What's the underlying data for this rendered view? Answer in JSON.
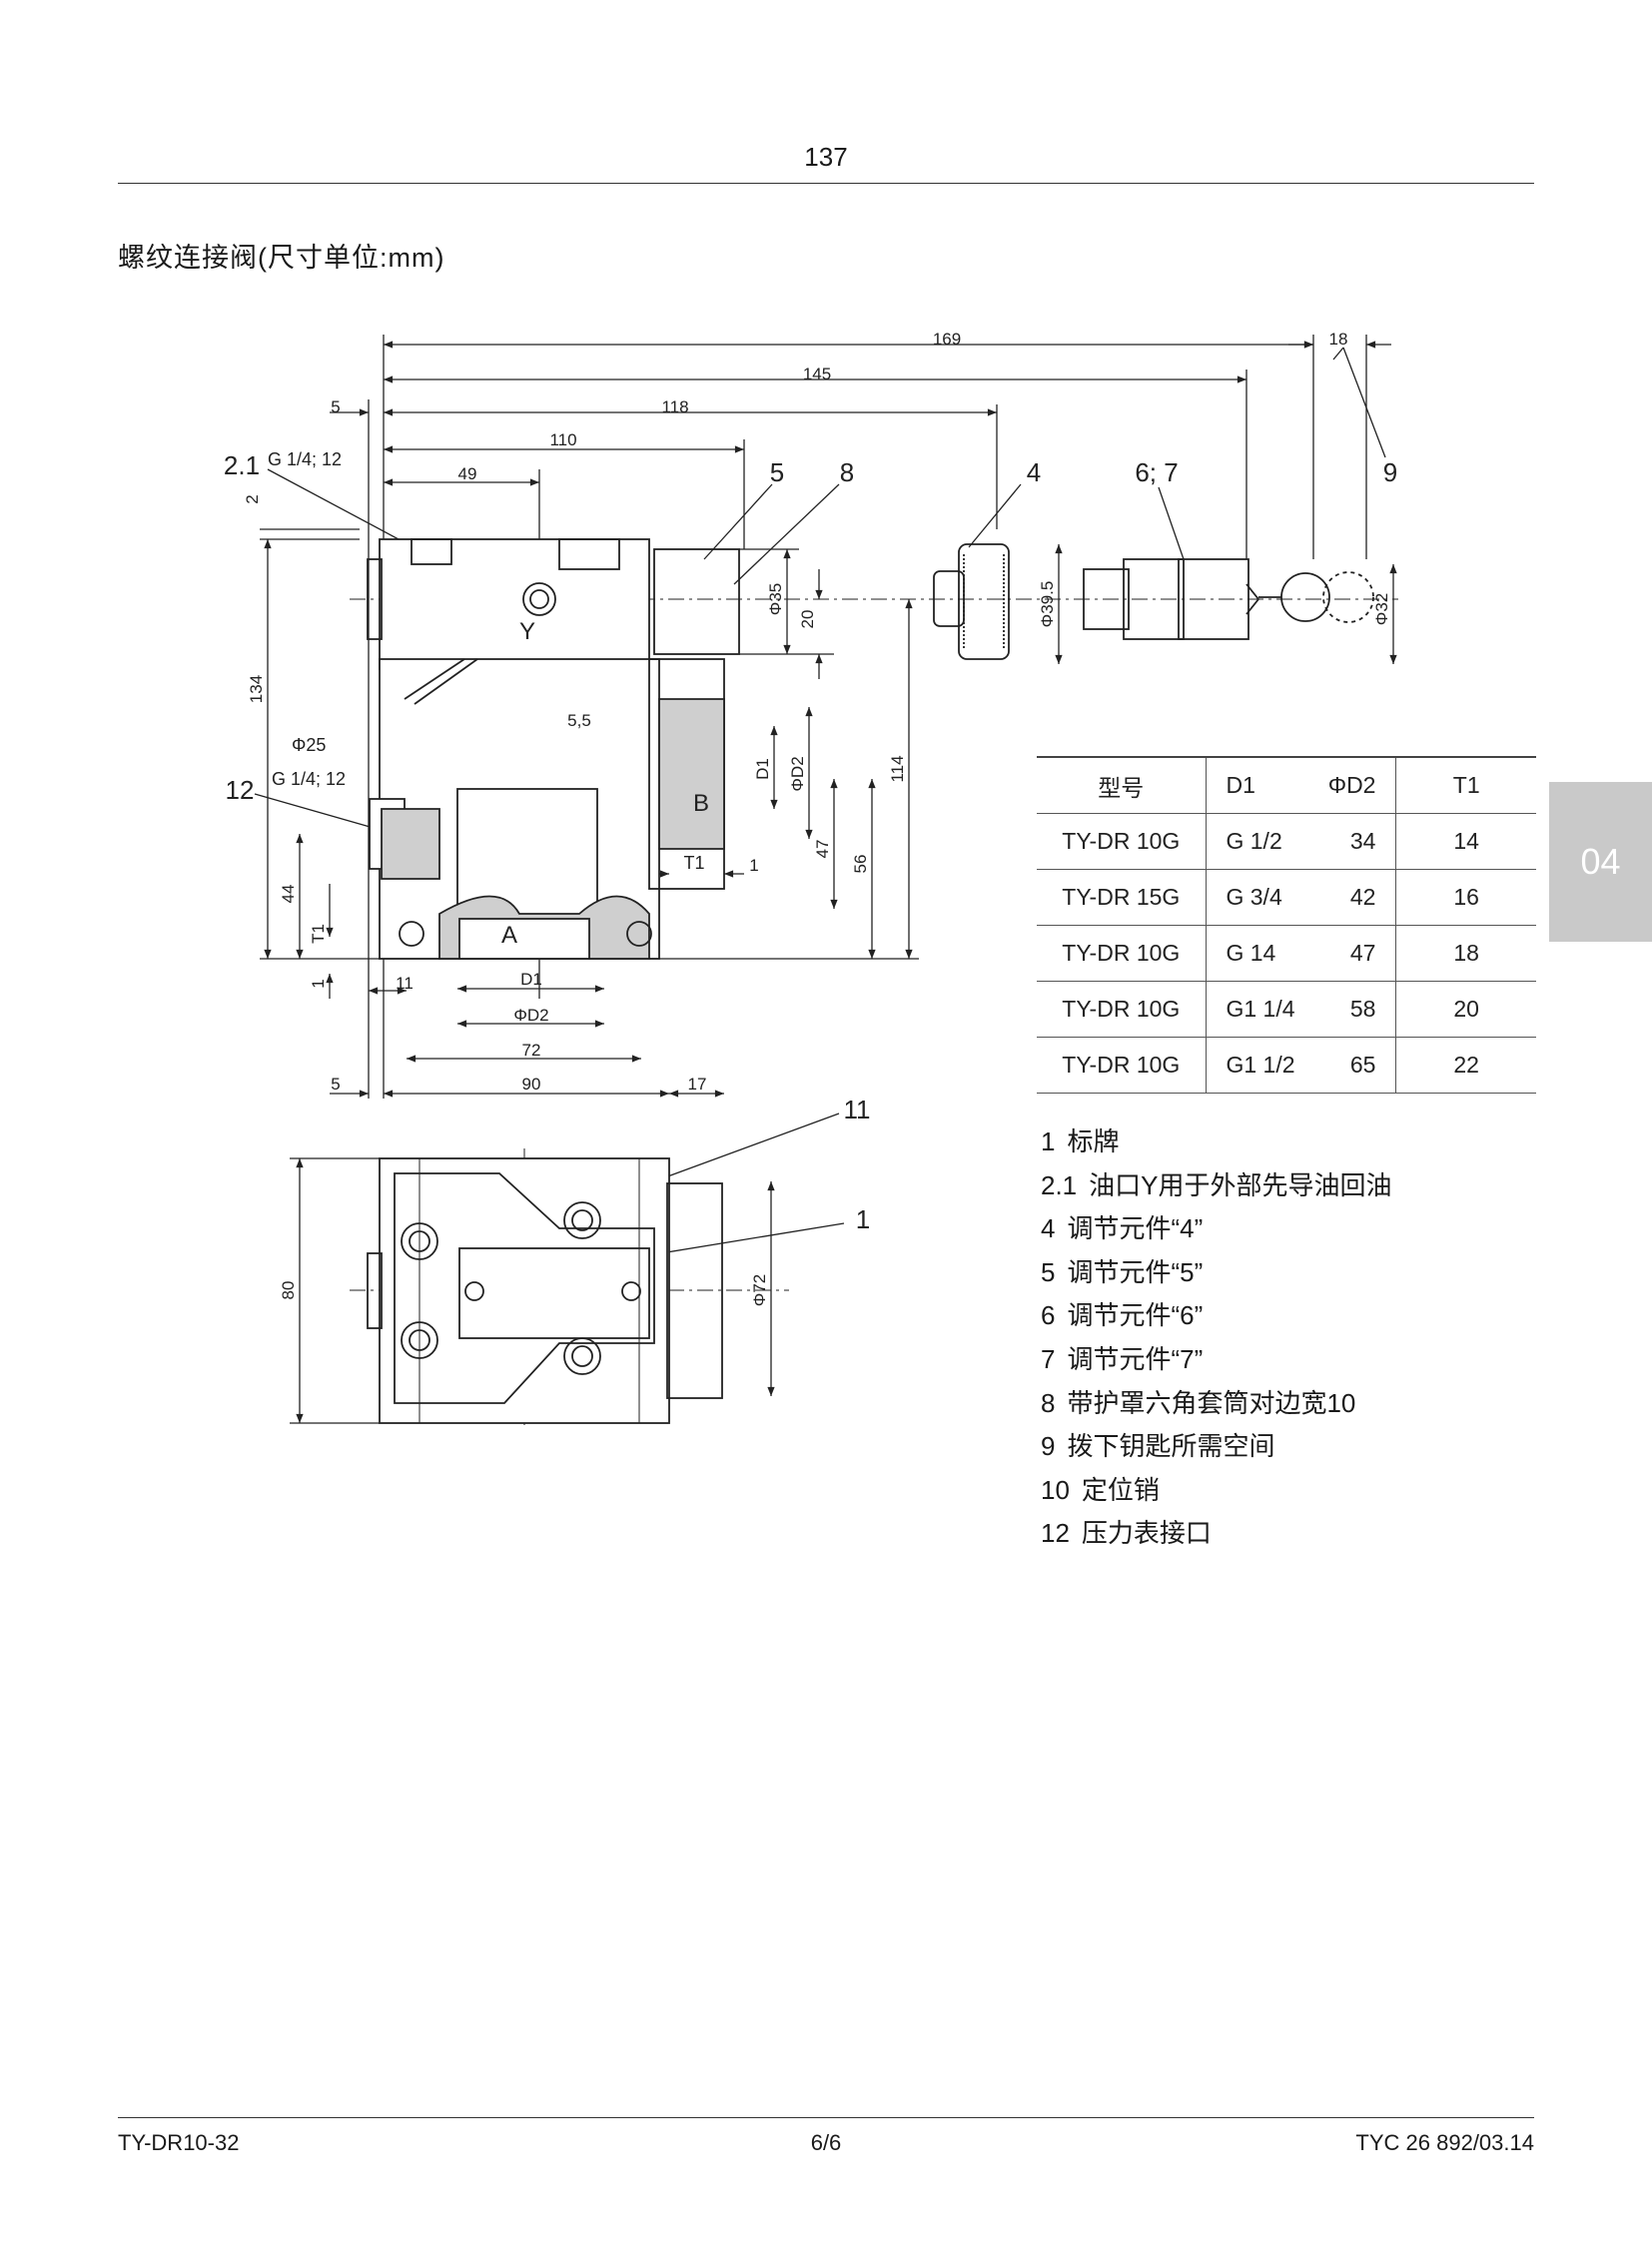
{
  "page_number": "137",
  "section_title": "螺纹连接阀(尺寸单位:mm)",
  "chapter_tab": "04",
  "drawing": {
    "dims_horizontal": [
      "169",
      "18",
      "145",
      "5",
      "118",
      "110",
      "49",
      "5,5",
      "11",
      "D1",
      "ΦD2",
      "72",
      "5",
      "90",
      "17",
      "1"
    ],
    "dims_vertical": [
      "2",
      "134",
      "Φ35",
      "20",
      "Φ39.5",
      "Φ32",
      "114",
      "D1",
      "ΦD2",
      "47",
      "56",
      "44",
      "T1",
      "1",
      "80",
      "Φ72"
    ],
    "callouts": [
      "2.1",
      "5",
      "8",
      "4",
      "6; 7",
      "9",
      "12",
      "11",
      "1"
    ],
    "notes": [
      "G 1/4; 12",
      "Φ25",
      "G 1/4; 12"
    ],
    "ports": [
      "Y",
      "A",
      "B",
      "T1"
    ]
  },
  "table": {
    "headers": {
      "model": "型号",
      "d1": "D1",
      "d2": "ΦD2",
      "t1": "T1"
    },
    "rows": [
      {
        "model": "TY-DR  10G",
        "d1": "G 1/2",
        "d2": "34",
        "t1": "14"
      },
      {
        "model": "TY-DR  15G",
        "d1": "G 3/4",
        "d2": "42",
        "t1": "16"
      },
      {
        "model": "TY-DR  10G",
        "d1": "G 14",
        "d2": "47",
        "t1": "18"
      },
      {
        "model": "TY-DR  10G",
        "d1": "G1 1/4",
        "d2": "58",
        "t1": "20"
      },
      {
        "model": "TY-DR  10G",
        "d1": "G1 1/2",
        "d2": "65",
        "t1": "22"
      }
    ]
  },
  "legend": [
    {
      "num": "1",
      "text": "标牌"
    },
    {
      "num": "2.1",
      "text": "油口Y用于外部先导油回油"
    },
    {
      "num": "4",
      "text": "调节元件“4”"
    },
    {
      "num": "5",
      "text": "调节元件“5”"
    },
    {
      "num": "6",
      "text": "调节元件“6”"
    },
    {
      "num": "7",
      "text": "调节元件“7”"
    },
    {
      "num": "8",
      "text": "带护罩六角套筒对边宽10"
    },
    {
      "num": "9",
      "text": "拨下钥匙所需空间"
    },
    {
      "num": "10",
      "text": "定位销"
    },
    {
      "num": "12",
      "text": "压力表接口"
    }
  ],
  "footer": {
    "left": "TY-DR10-32",
    "center": "6/6",
    "right": "TYC 26 892/03.14"
  }
}
